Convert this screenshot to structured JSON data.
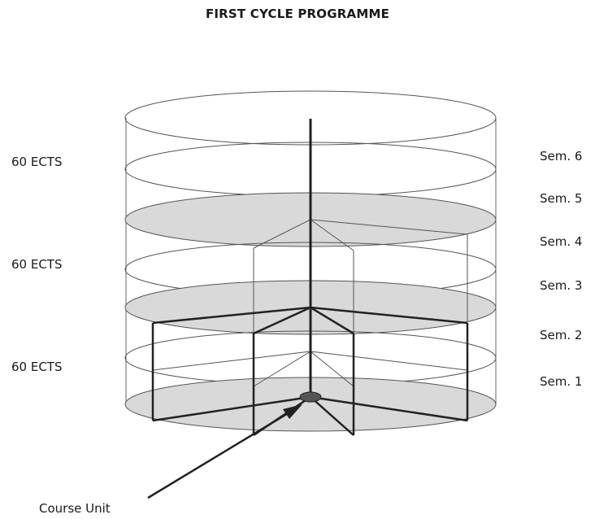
{
  "title": "FIRST CYCLE PROGRAMME",
  "ects_labels": [
    "60 ECTS",
    "60 ECTS",
    "60 ECTS"
  ],
  "semester_labels": [
    "Sem. 6",
    "Sem. 5",
    "Sem. 4",
    "Sem. 3",
    "Sem. 2",
    "Sem. 1"
  ],
  "pointer_label": "Course Unit",
  "colors": {
    "disc_shaded": "#d9d9d9",
    "stroke": "#333333",
    "text": "#1a1a1a"
  }
}
